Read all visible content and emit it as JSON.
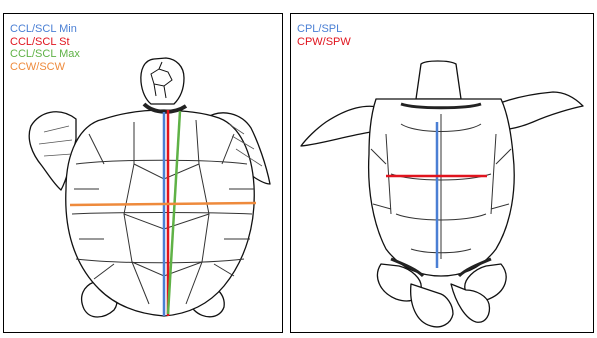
{
  "figure": {
    "left_panel": {
      "view": "carapace",
      "legend": [
        {
          "label": "CCL/SCL Min",
          "color": "#4a7fd4"
        },
        {
          "label": "CCL/SCL St",
          "color": "#e0141e"
        },
        {
          "label": "CCL/SCL Max",
          "color": "#5fb246"
        },
        {
          "label": "CCW/SCW",
          "color": "#ee8a3c"
        }
      ]
    },
    "right_panel": {
      "view": "plastron",
      "legend": [
        {
          "label": "CPL/SPL",
          "color": "#4a7fd4"
        },
        {
          "label": "CPW/SPW",
          "color": "#e0141e"
        }
      ]
    }
  }
}
